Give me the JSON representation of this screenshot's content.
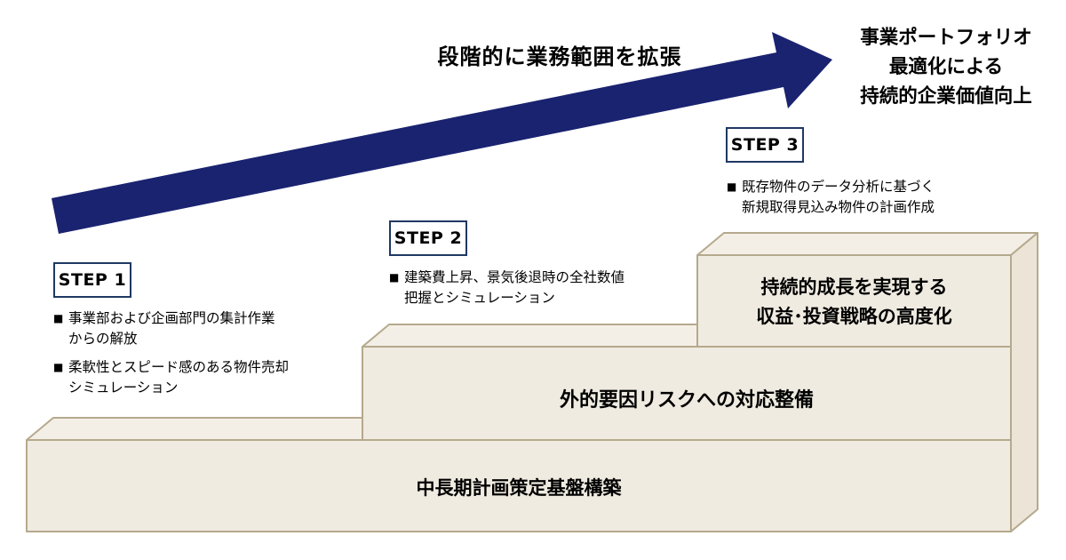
{
  "colors": {
    "arrow": "#1a2370",
    "step_box_border": "#1f3864",
    "stair_front_fill": "#f0ebe1",
    "stair_top_fill": "#f4efe6",
    "stair_side_fill": "#ece5d7",
    "stair_border": "#b5a98e",
    "text": "#000000",
    "background": "#ffffff"
  },
  "bullet_char": "■",
  "arrow": {
    "label": "段階的に業務範囲を拡張"
  },
  "goal": {
    "lines": [
      "事業ポートフォリオ",
      "最適化による",
      "持続的企業価値向上"
    ]
  },
  "steps": [
    {
      "label": "STEP 1",
      "bullets": [
        {
          "line1": "事業部および企画部門の集計作業",
          "line2": "からの解放"
        },
        {
          "line1": "柔軟性とスピード感のある物件売却",
          "line2": "シミュレーション"
        }
      ]
    },
    {
      "label": "STEP 2",
      "bullets": [
        {
          "line1": "建築費上昇、景気後退時の全社数値",
          "line2": "把握とシミュレーション"
        }
      ]
    },
    {
      "label": "STEP 3",
      "bullets": [
        {
          "line1": "既存物件のデータ分析に基づく",
          "line2": "新規取得見込み物件の計画作成"
        }
      ]
    }
  ],
  "stairs": [
    {
      "lines": [
        "中長期計画策定基盤構築"
      ]
    },
    {
      "lines": [
        "外的要因リスクへの対応整備"
      ]
    },
    {
      "lines": [
        "持続的成長を実現する",
        "収益･投資戦略の高度化"
      ]
    }
  ]
}
